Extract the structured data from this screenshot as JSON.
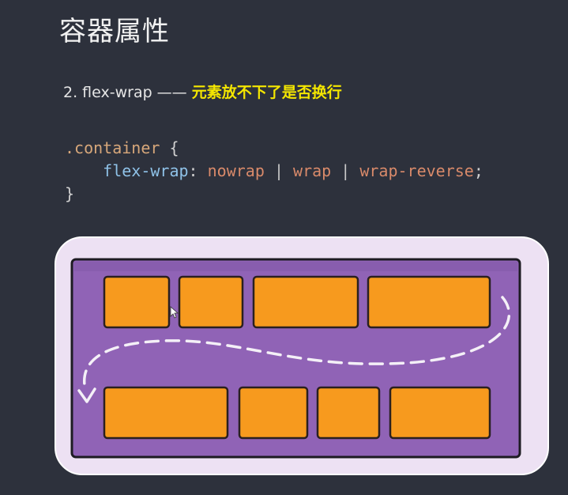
{
  "slide": {
    "title": "容器属性",
    "subtitle_prefix": "2. flex-wrap —— ",
    "subtitle_highlight": "元素放不下了是否换行"
  },
  "code": {
    "selector": ".container",
    "open_brace": "{",
    "property": "flex-wrap",
    "colon": ":",
    "value_1": "nowrap",
    "sep": "|",
    "value_2": "wrap",
    "value_3": "wrap-reverse",
    "semicolon": ";",
    "close_brace": "}"
  },
  "illustration": {
    "card_color": "#ede1f3",
    "container_color": "#9063b6",
    "item_color": "#f79a1e",
    "arrow_color": "#f4f0f7"
  }
}
